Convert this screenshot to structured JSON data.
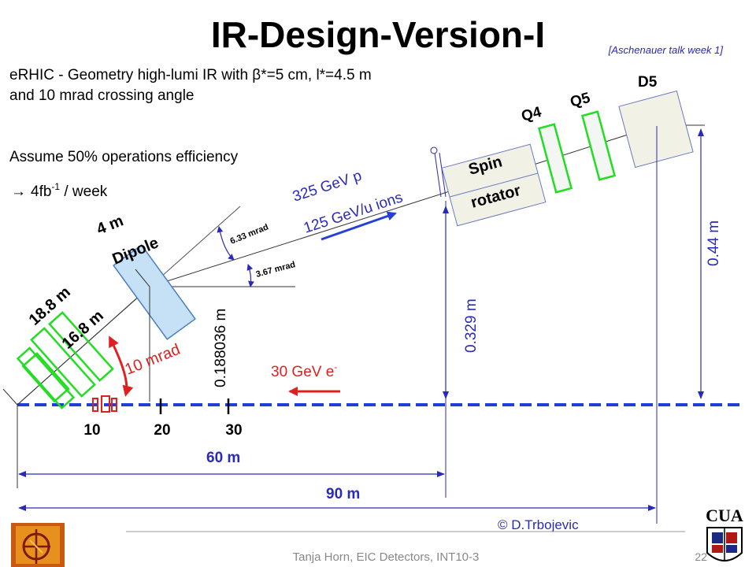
{
  "slide": {
    "title": "IR-Design-Version-I",
    "reference": "[Aschenauer talk week 1]",
    "subtitle_line1": "eRHIC - Geometry high-lumi IR with β*=5 cm, l*=4.5 m",
    "subtitle_line2": "and 10 mrad crossing angle",
    "assumption": "Assume 50% operations efficiency",
    "rate_arrow": "→",
    "rate_value": "4fb",
    "rate_exp": "-1",
    "rate_unit": " / week",
    "footer": "Tanja Horn, EIC Detectors, INT10-3",
    "page_number": "22",
    "credit": "© D.Trbojevic",
    "logo_right_text": "CUA"
  },
  "diagram": {
    "magnets": {
      "dipole": "Dipole",
      "dipole_length": "4 m",
      "spin_line1": "Spin",
      "spin_line2": "rotator",
      "q4": "Q4",
      "q5": "Q5",
      "d5": "D5"
    },
    "beams": {
      "proton": "325 GeV p",
      "ions": "125 GeV/u ions",
      "electron": "30 GeV e",
      "electron_sup": "-"
    },
    "angles": {
      "a1": "6.33 mrad",
      "a2": "3.67 mrad",
      "crossing": "10 mrad"
    },
    "lengths": {
      "l1": "18.8 m",
      "l2": "16.8 m",
      "offset1": "0.188036  m",
      "offset2": "0.329 m",
      "offset3": "0.44 m",
      "d60": "60 m",
      "d90": "90 m"
    },
    "ticks": [
      "10",
      "20",
      "30"
    ]
  },
  "colors": {
    "beamline_dashed": "#1f3fd6",
    "dimension": "#2a2ab8",
    "electron": "#e02020",
    "crossing_arc": "#e02020",
    "quad_outline": "#22dd22",
    "dipole_fill": "#c6e0f5",
    "box_fill": "#f2f1e6"
  }
}
